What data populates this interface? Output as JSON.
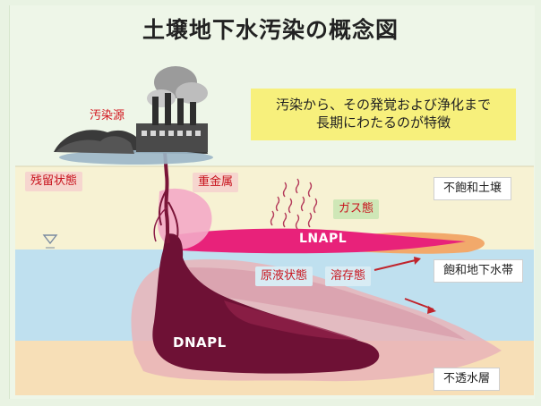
{
  "title": "土壌地下水汚染の概念図",
  "callout": {
    "line1": "汚染から、その発覚および浄化まで",
    "line2": "長期にわたるのが特徴"
  },
  "source_label": "汚染源",
  "labels": {
    "residual": "残留状態",
    "heavy_metals": "重金属",
    "gas": "ガス態",
    "lnapl": "LNAPL",
    "original_liquid": "原液状態",
    "dissolved": "溶存態",
    "dnapl": "DNAPL"
  },
  "zones": {
    "unsaturated": "不飽和土壌",
    "saturated": "飽和地下水帯",
    "impermeable": "不透水層"
  },
  "colors": {
    "unsaturated_soil": "#f7f2d3",
    "groundwater": "#bfe0ef",
    "impermeable_layer": "#f7dfb7",
    "lnapl": "#e8227a",
    "dnapl": "#6e1135",
    "label_text": "#c8141e"
  }
}
